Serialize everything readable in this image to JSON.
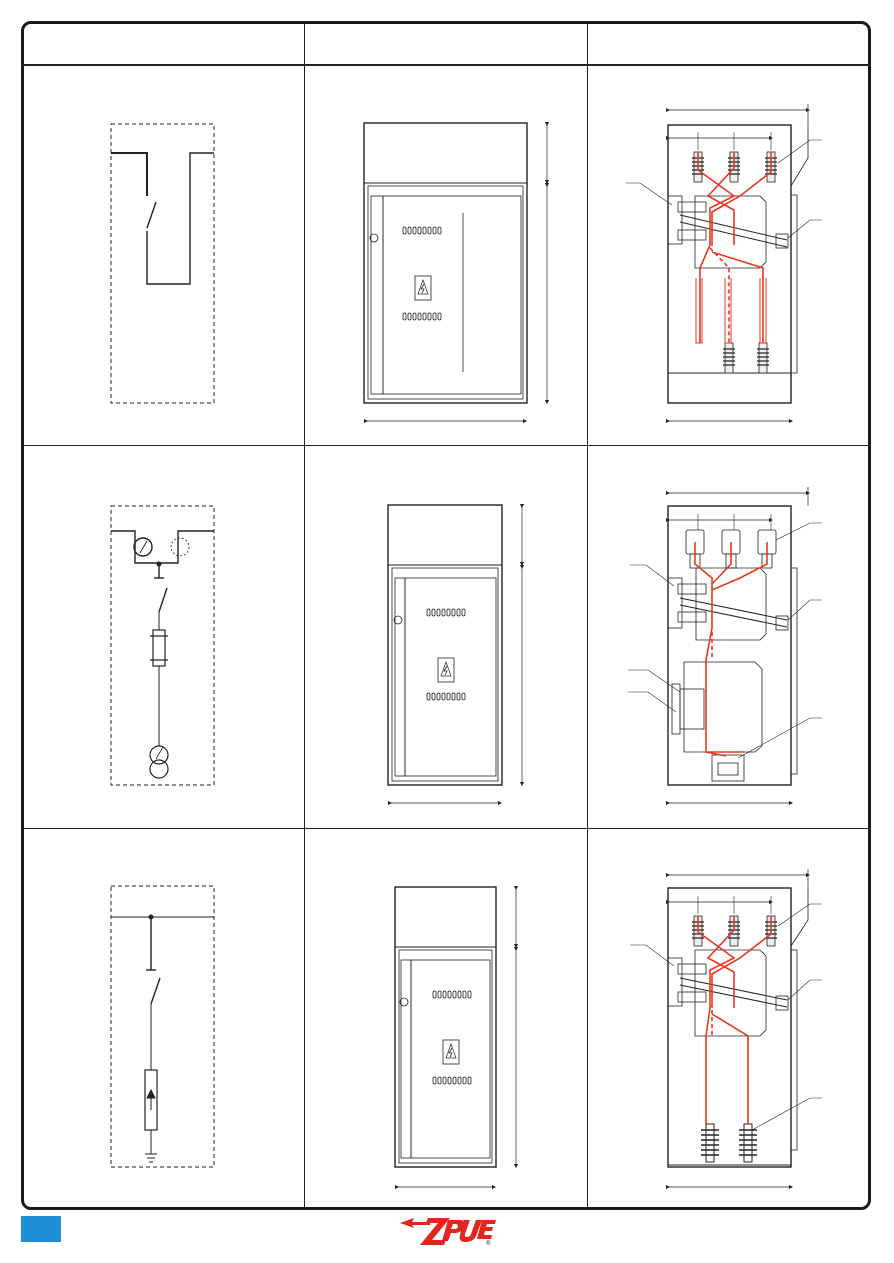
{
  "document": {
    "header": {
      "columns": [
        "",
        "",
        ""
      ]
    },
    "rows": [
      {
        "id": "row-1",
        "schematic": "disconnector",
        "cabinet": "panel",
        "section": "three-bushings-top-and-bottom"
      },
      {
        "id": "row-2",
        "schematic": "fuse-transformer",
        "cabinet": "panel",
        "section": "bushings-and-transformer"
      },
      {
        "id": "row-3",
        "schematic": "arrester",
        "cabinet": "panel",
        "section": "bushings-and-arresters"
      }
    ],
    "colors": {
      "frame": "#1a1a1a",
      "conductor": "#e8391f",
      "tab": "#1e8fd6",
      "logo": "#e0261d"
    },
    "footer": {
      "logo_mark": "ZPUE",
      "registered": "®"
    }
  }
}
